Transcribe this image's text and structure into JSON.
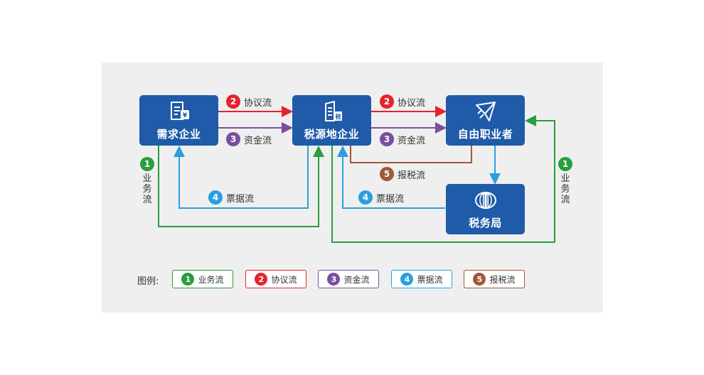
{
  "colors": {
    "node": "#1f5ba8",
    "business": "#2a9d3f",
    "agreement": "#e4242b",
    "capital": "#7b4ea0",
    "invoice": "#2a9fe0",
    "tax": "#a0583a"
  },
  "nodes": {
    "demand": {
      "label": "需求企业",
      "icon": "document-yen-icon"
    },
    "source": {
      "label": "税源地企业",
      "icon": "building-tax-icon"
    },
    "freelancer": {
      "label": "自由职业者",
      "icon": "paper-plane-icon"
    },
    "bureau": {
      "label": "税务局",
      "icon": "tax-emblem-icon"
    }
  },
  "flows": {
    "agreement_1": {
      "num": "2",
      "label": "协议流"
    },
    "capital_1": {
      "num": "3",
      "label": "资金流"
    },
    "agreement_2": {
      "num": "2",
      "label": "协议流"
    },
    "capital_2": {
      "num": "3",
      "label": "资金流"
    },
    "tax": {
      "num": "5",
      "label": "报税流"
    },
    "invoice_1": {
      "num": "4",
      "label": "票据流"
    },
    "invoice_2": {
      "num": "4",
      "label": "票据流"
    },
    "business_left": {
      "num": "1",
      "label": "业务流"
    },
    "business_right": {
      "num": "1",
      "label": "业务流"
    }
  },
  "legend": {
    "title": "图例:",
    "items": [
      {
        "num": "1",
        "label": "业务流"
      },
      {
        "num": "2",
        "label": "协议流"
      },
      {
        "num": "3",
        "label": "资金流"
      },
      {
        "num": "4",
        "label": "票据流"
      },
      {
        "num": "5",
        "label": "报税流"
      }
    ]
  }
}
